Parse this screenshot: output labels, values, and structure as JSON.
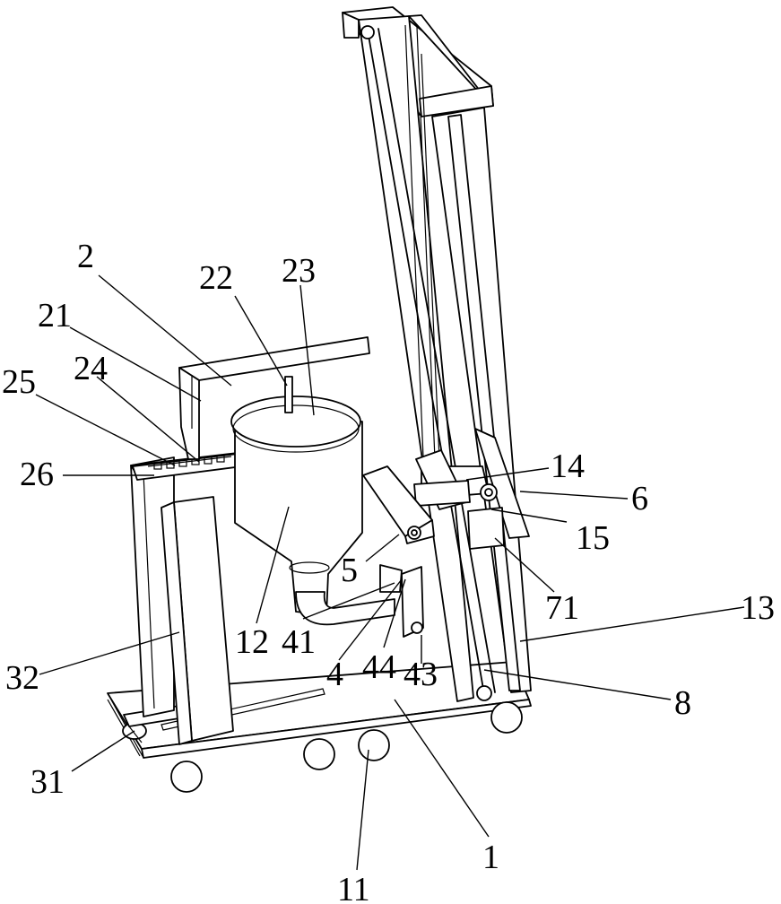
{
  "labels": {
    "l2": "2",
    "l22": "22",
    "l23": "23",
    "l21": "21",
    "l24": "24",
    "l25": "25",
    "l26": "26",
    "l14": "14",
    "l6": "6",
    "l15": "15",
    "l5": "5",
    "l71": "71",
    "l13": "13",
    "l12": "12",
    "l41": "41",
    "l32": "32",
    "l4": "4",
    "l44": "44",
    "l43": "43",
    "l8": "8",
    "l31": "31",
    "l1": "1",
    "l11": "11"
  }
}
